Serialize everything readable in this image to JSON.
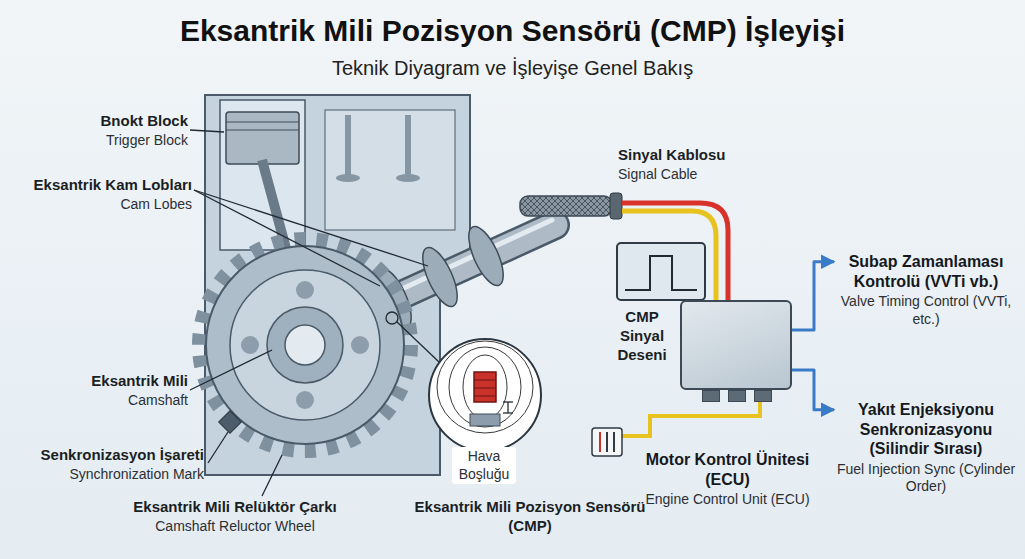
{
  "diagram": {
    "title": "Eksantrik Mili Pozisyon Sensörü (CMP) İşleyişi",
    "caption": "Teknik Diyagram ve İşleyişe Genel Bakış",
    "nodes": [
      {
        "text": [
          "Motor Kontrol Ünitesi (ECU)",
          "Engine Control Unit (ECU)"
        ]
      },
      {
        "text": [
          "Subap Zamanlaması Kontrolü (VVTi vb.)",
          "Valve Timing Control (VVTi, etc.)"
        ]
      },
      {
        "text": [
          "Yakıt Enjeksiyonu Senkronizasyonu (Silindir Sırası)",
          "Fuel Injection Sync (Cylinder Order)"
        ]
      }
    ],
    "edges": [
      {
        "from": 0,
        "to": 1,
        "arrow": "to"
      },
      {
        "from": 0,
        "to": 2,
        "arrow": "to"
      }
    ],
    "labels": [
      "Bnokt Block",
      "Trigger Block",
      "Eksantrik Kam Lobları",
      "Cam Lobes",
      "Eksantrik Mili",
      "Camshaft",
      "Senkronizasyon İşareti",
      "Synchronization Mark",
      "Eksantrik Mili Relüktör Çarkı",
      "Camshaft Reluctor Wheel",
      "Hava Boşluğu",
      "Eksantrik Mili Pozisyon Sensörü (CMP)",
      "Sinyal Kablosu",
      "Signal Cable",
      "CMP Sinyal Deseni"
    ]
  }
}
